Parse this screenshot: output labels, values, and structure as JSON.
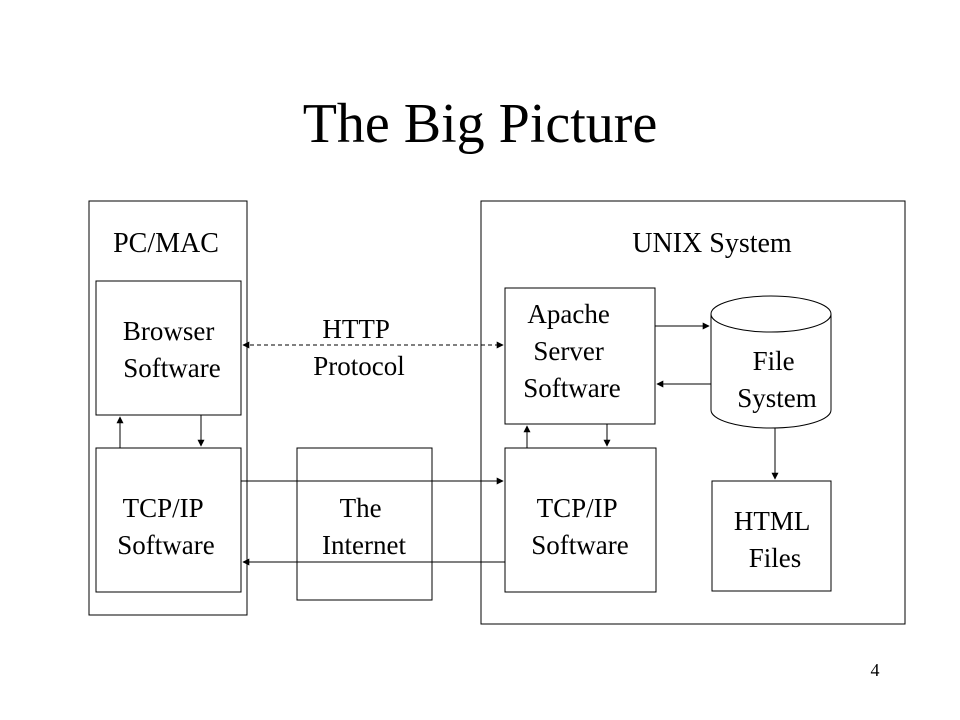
{
  "slide": {
    "title": "The Big Picture",
    "page_number": "4"
  },
  "groups": {
    "pc_mac": "PC/MAC",
    "unix": "UNIX System"
  },
  "boxes": {
    "browser": [
      "Browser",
      "Software"
    ],
    "pc_tcpip": [
      "TCP/IP",
      "Software"
    ],
    "internet": [
      "The",
      "Internet"
    ],
    "apache": [
      "Apache",
      "Server",
      "Software"
    ],
    "unix_tcpip": [
      "TCP/IP",
      "Software"
    ],
    "file_system": [
      "File",
      "System"
    ],
    "html_files": [
      "HTML",
      "Files"
    ]
  },
  "connectors": {
    "http": [
      "HTTP",
      "Protocol"
    ]
  }
}
